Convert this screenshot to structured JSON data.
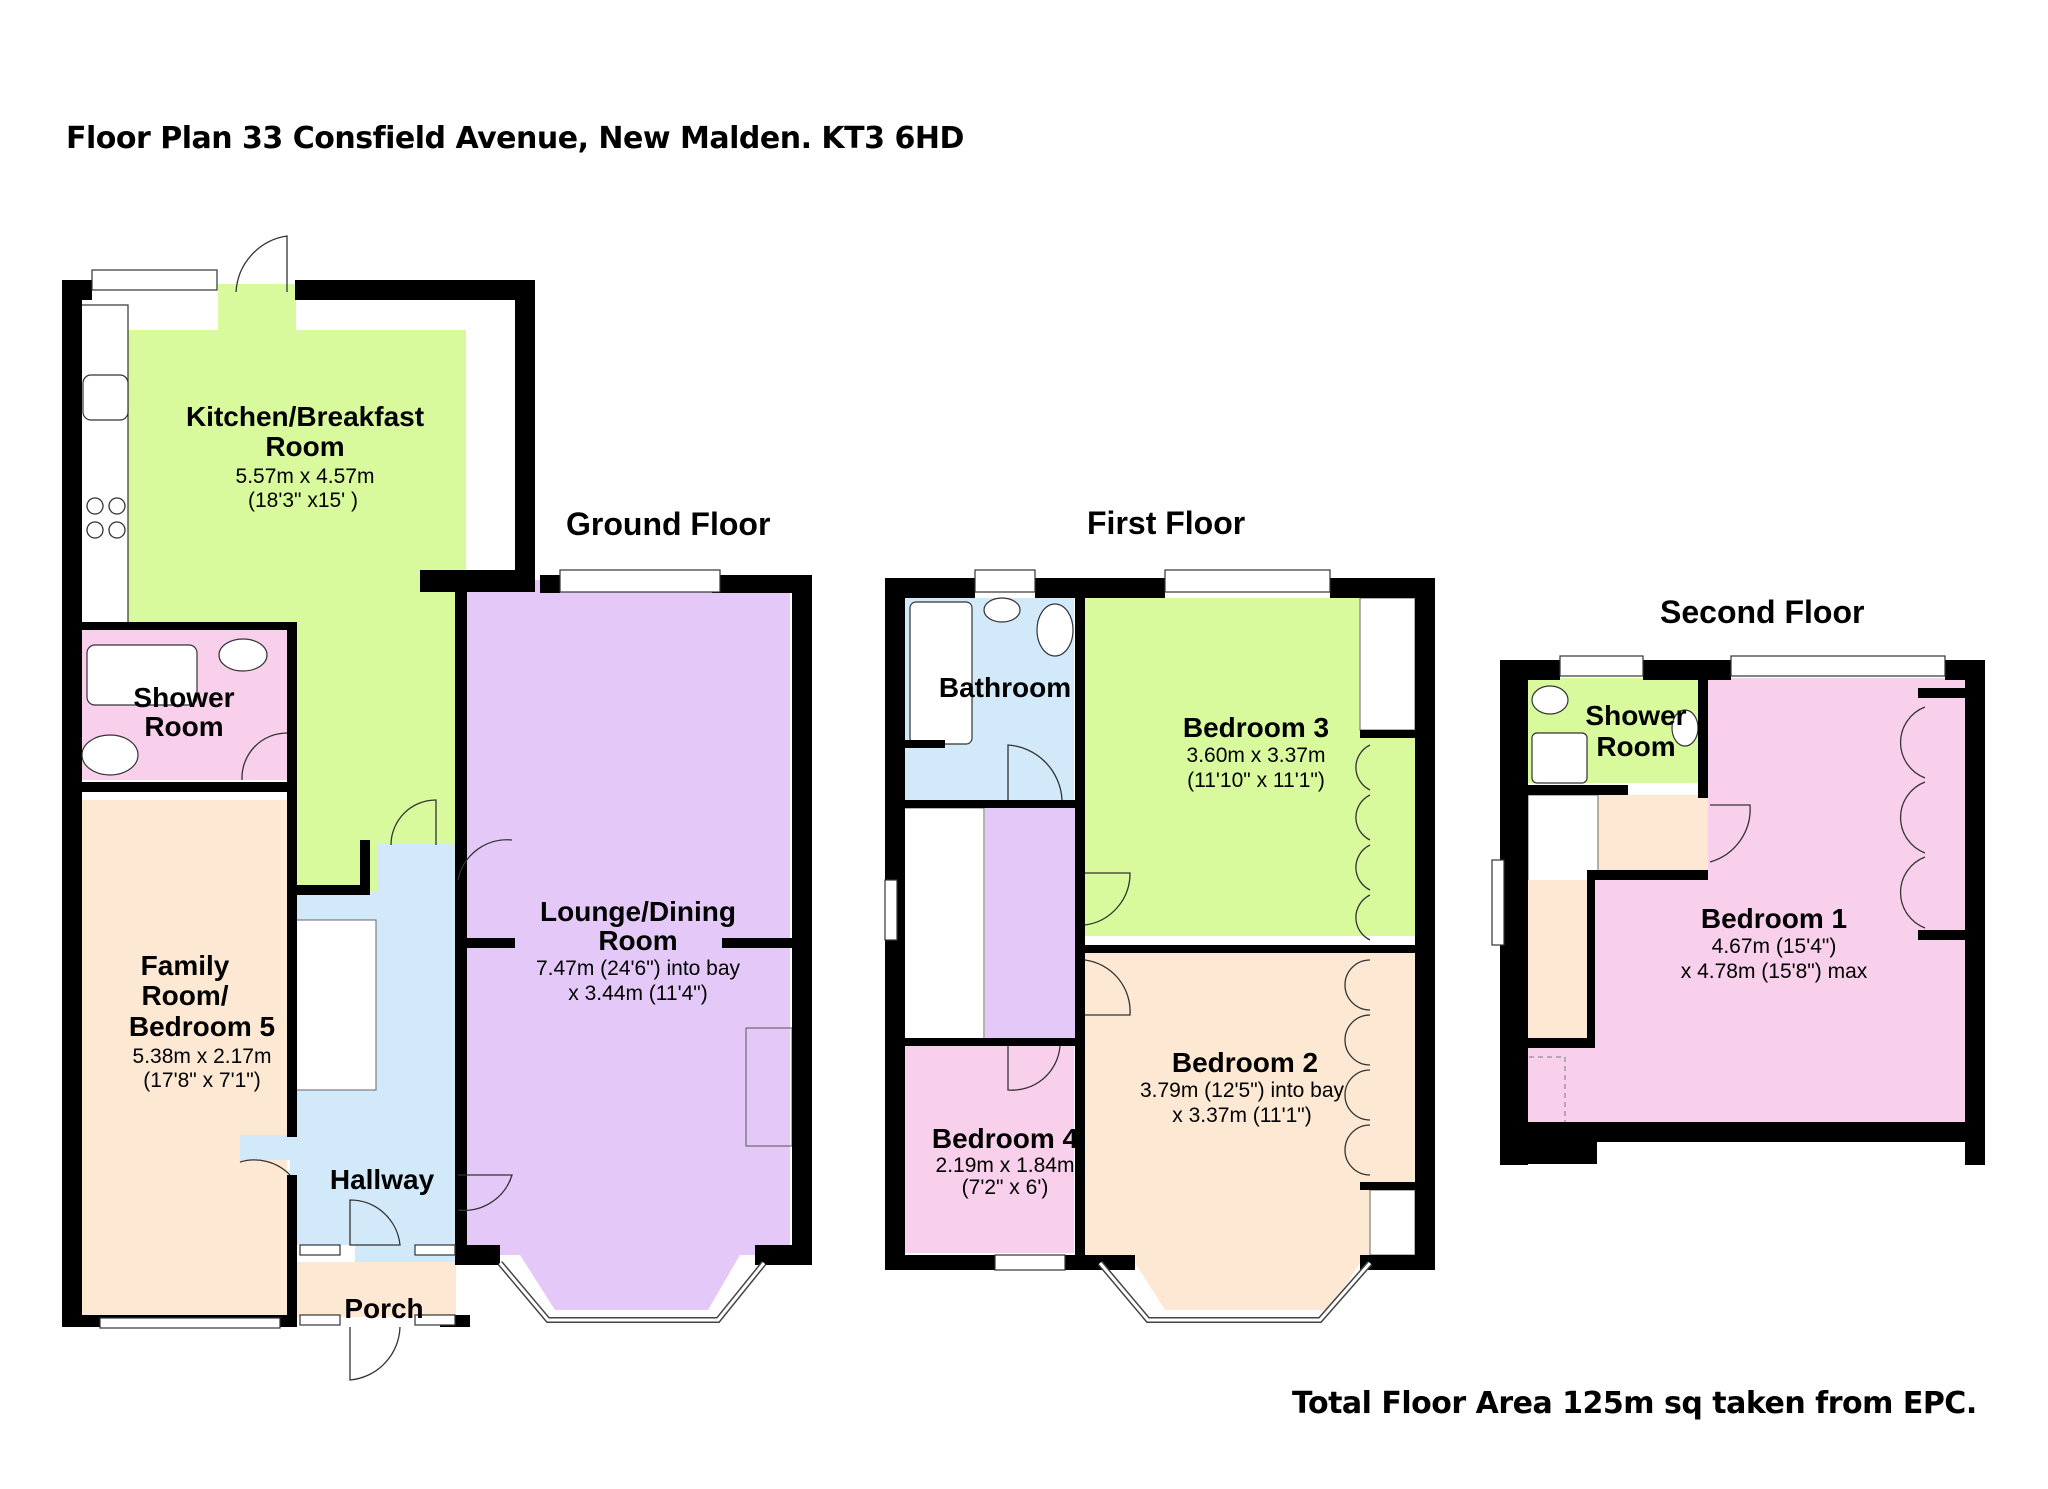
{
  "header": {
    "title": "Floor Plan 33 Consfield Avenue, New Malden. KT3 6HD"
  },
  "colors": {
    "kitchen": "#d8fa9c",
    "lounge": "#e4c8f8",
    "hallway": "#d2e9fa",
    "shower_room": "#f9d0ec",
    "family_room": "#fde9d3",
    "walls": "#000000"
  },
  "floors": [
    {
      "label": "Ground Floor",
      "rooms": [
        {
          "name": "Kitchen/Breakfast",
          "name2": "Room",
          "dim1": "5.57m x 4.57m",
          "dim2": "(18'3\" x15' )"
        },
        {
          "name": "Shower",
          "name2": "Room"
        },
        {
          "name": "Family",
          "name2": "Room/",
          "name3": "Bedroom 5",
          "dim1": "5.38m x 2.17m",
          "dim2": "(17'8\" x 7'1\")"
        },
        {
          "name": "Lounge/Dining",
          "name2": "Room",
          "dim1": "7.47m (24'6\") into bay",
          "dim2": "x 3.44m (11'4\")"
        },
        {
          "name": "Hallway"
        },
        {
          "name": "Porch"
        }
      ]
    },
    {
      "label": "First Floor",
      "rooms": [
        {
          "name": "Bathroom"
        },
        {
          "name": "Bedroom 3",
          "dim1": "3.60m x 3.37m",
          "dim2": "(11'10\" x 11'1\")"
        },
        {
          "name": "Bedroom 2",
          "dim1": "3.79m (12'5\") into bay",
          "dim2": "x 3.37m (11'1\")"
        },
        {
          "name": "Bedroom 4",
          "dim1": "2.19m x 1.84m",
          "dim2": "(7'2\" x 6')"
        }
      ]
    },
    {
      "label": "Second Floor",
      "rooms": [
        {
          "name": "Shower",
          "name2": "Room"
        },
        {
          "name": "Bedroom 1",
          "dim1": "4.67m (15'4\")",
          "dim2": "x 4.78m (15'8\") max"
        }
      ]
    }
  ],
  "footer": {
    "total_area": "Total Floor Area 125m sq taken from EPC."
  }
}
